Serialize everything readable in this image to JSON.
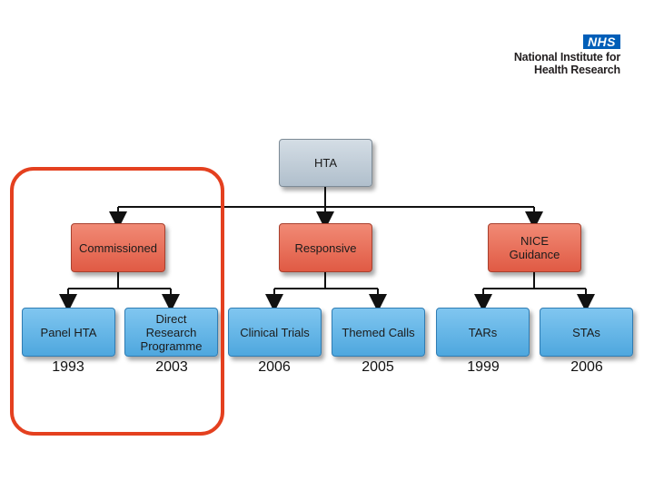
{
  "logo": {
    "badge": "NHS",
    "line1": "National Institute for",
    "line2": "Health Research"
  },
  "diagram": {
    "root": "HTA",
    "branches": [
      {
        "label": "Commissioned",
        "children": [
          {
            "label": "Panel HTA",
            "year": "1993"
          },
          {
            "label": "Direct Research Programme",
            "year": "2003"
          }
        ]
      },
      {
        "label": "Responsive",
        "children": [
          {
            "label": "Clinical Trials",
            "year": "2006"
          },
          {
            "label": "Themed Calls",
            "year": "2005"
          }
        ]
      },
      {
        "label": "NICE Guidance",
        "children": [
          {
            "label": "TARs",
            "year": "1999"
          },
          {
            "label": "STAs",
            "year": "2006"
          }
        ]
      }
    ]
  },
  "colors": {
    "root_box": "#bcc8d3",
    "branch_box": "#e86a52",
    "leaf_box": "#62b3e6",
    "highlight": "#e4401f"
  }
}
